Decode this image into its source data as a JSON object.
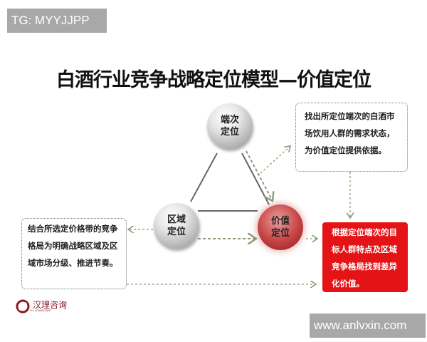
{
  "watermark_top": "TG: MYYJJPP",
  "title": "白酒行业竞争战略定位模型—价值定位",
  "nodes": {
    "top": "端次\n定位",
    "left": "区域\n定位",
    "right": "价值\n定位"
  },
  "boxes": {
    "top_right": "找出所定位端次的白酒市场饮用人群的需求状态，为价值定位提供依据。",
    "left": "结合所选定价格带的竞争格局为明确战略区域及区域市场分级、推进节奏。",
    "result": "根据定位端次的目标人群特点及区域竞争格局找到差异化价值。"
  },
  "logo": {
    "name": "汉理咨询",
    "subtitle": "H·L CONSULTANT",
    "icon": "hl-logo-icon"
  },
  "watermark_bottom": "www.anlvxin.com",
  "colors": {
    "accent_red": "#e41315",
    "arrow_green": "#8c9a78"
  }
}
